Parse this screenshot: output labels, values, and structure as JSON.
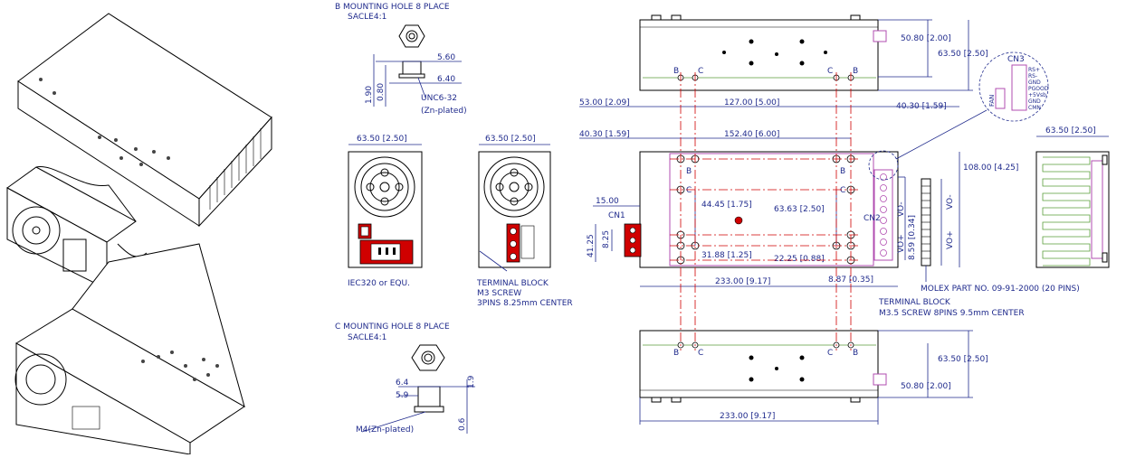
{
  "colors": {
    "dimension": "#1f2a8c",
    "centerline": "#d00000",
    "outline": "#000000",
    "connector": "#b04cb0",
    "pcb": "#5a9e3a"
  },
  "labels": {
    "b_title": "B  MOUNTING  HOLE  8  PLACE",
    "b_scale": "SACLE4:1",
    "b_560": "5.60",
    "b_640": "6.40",
    "b_190": "1.90",
    "b_080": "0.80",
    "b_thread": "UNC6-32",
    "b_plating": "(Zn-plated)",
    "c_title": "C  MOUNTING  HOLE  8  PLACE",
    "c_scale": "SACLE4:1",
    "c_64": "6.4",
    "c_59": "5.9",
    "c_19": "1.9",
    "c_06": "0.6",
    "c_thread": "M4(Zn-plated)",
    "front1_width": "63.50  [2.50]",
    "front1_caption": "IEC320  or  EQU.",
    "front2_width": "63.50  [2.50]",
    "front2_cap1": "TERMINAL  BLOCK",
    "front2_cap2": "M3  SCREW",
    "front2_cap3": "3PINS  8.25mm  CENTER",
    "top_h1": "50.80  [2.00]",
    "top_h2": "63.50  [2.50]",
    "d_53": "53.00  [2.09]",
    "d_127": "127.00  [5.00]",
    "d_403r": "40.30  [1.59]",
    "d_403l": "40.30  [1.59]",
    "d_1524": "152.40  [6.00]",
    "d_108": "108.00  [4.25]",
    "d_15": "15.00",
    "d_4445": "44.45  [1.75]",
    "d_6363": "63.63  [2.50]",
    "d_4125": "41.25",
    "d_825": "8.25",
    "d_3188": "31.88  [1.25]",
    "d_2225": "22.25  [0.88]",
    "d_233": "233.00  [9.17]",
    "d_887": "8.87  [0.35]",
    "d_859": "8.59  [0.34]",
    "tb_cap1": "TERMINAL  BLOCK",
    "tb_cap2": "M3.5  SCREW  8PINS  9.5mm  CENTER",
    "molex": "MOLEX  PART  NO.  09-91-2000  (20  PINS)",
    "bot_h1": "63.50  [2.50]",
    "bot_h2": "50.80  [2.00]",
    "bot_w": "233.00  [9.17]",
    "side_w": "63.50  [2.50]",
    "cn1": "CN1",
    "cn2": "CN2",
    "cn3": "CN3",
    "cn3_pins": [
      "RS+",
      "RS-",
      "GND",
      "PGOOD",
      "+5Vsb",
      "GND",
      "CMN"
    ],
    "fan": "FAN",
    "vo_neg": "VO-",
    "vo_pos": "VO+",
    "hole_b": "B",
    "hole_c": "C"
  }
}
